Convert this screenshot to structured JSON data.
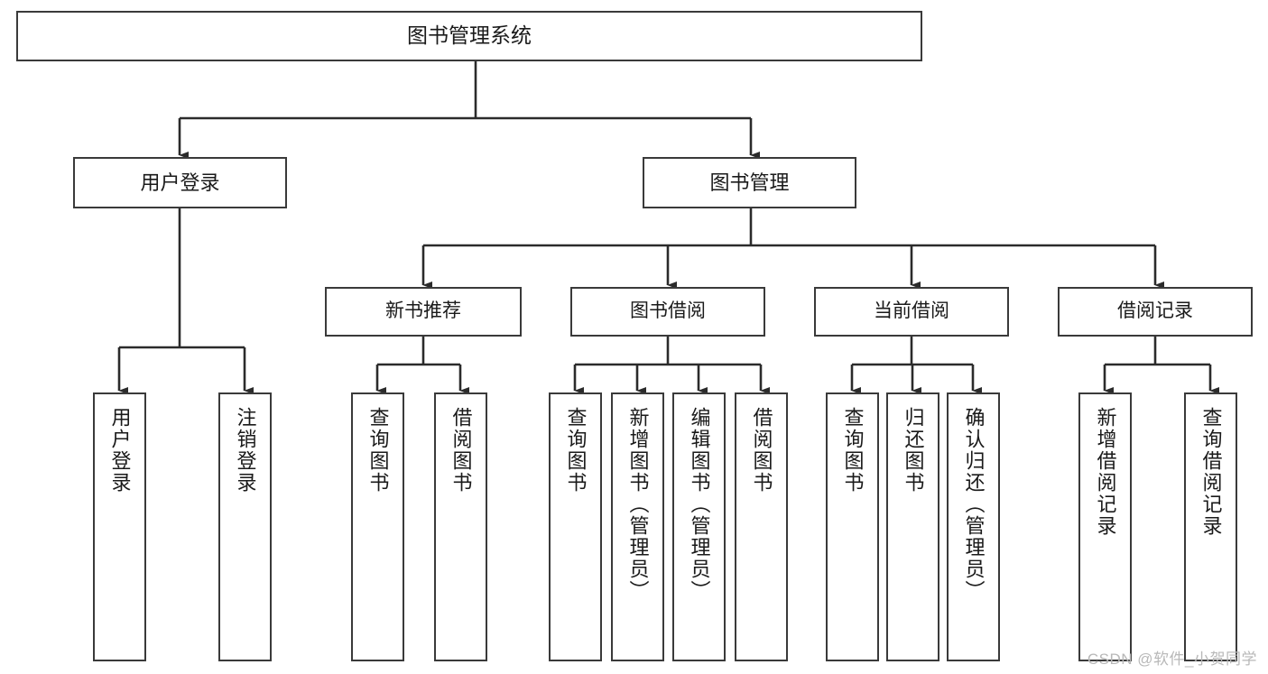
{
  "diagram": {
    "title": "图书管理系统",
    "type": "tree-hierarchy-chart",
    "watermark": "CSDN @软件_小贺同学",
    "colors": {
      "box_border": "#3a3a3a",
      "box_fill": "#ffffff",
      "edge": "#2b2b2b",
      "text": "#1a1a1a",
      "watermark": "#b8b8b8",
      "background": "#ffffff"
    }
  },
  "nodes": {
    "root": {
      "label": "图书管理系统"
    },
    "level1": [
      {
        "label": "用户登录"
      },
      {
        "label": "图书管理"
      }
    ],
    "level2": [
      {
        "label": "新书推荐"
      },
      {
        "label": "图书借阅"
      },
      {
        "label": "当前借阅"
      },
      {
        "label": "借阅记录"
      }
    ],
    "leaves": [
      {
        "label": "用户登录"
      },
      {
        "label": "注销登录"
      },
      {
        "label": "查询图书"
      },
      {
        "label": "借阅图书"
      },
      {
        "label": "查询图书"
      },
      {
        "label": "新增图书（管理员）"
      },
      {
        "label": "编辑图书（管理员）"
      },
      {
        "label": "借阅图书"
      },
      {
        "label": "查询图书"
      },
      {
        "label": "归还图书"
      },
      {
        "label": "确认归还（管理员）"
      },
      {
        "label": "新增借阅记录"
      },
      {
        "label": "查询借阅记录"
      }
    ]
  },
  "tree": {
    "label": "图书管理系统",
    "children": [
      {
        "label": "用户登录",
        "children": [
          {
            "label": "用户登录"
          },
          {
            "label": "注销登录"
          }
        ]
      },
      {
        "label": "图书管理",
        "children": [
          {
            "label": "新书推荐",
            "children": [
              {
                "label": "查询图书"
              },
              {
                "label": "借阅图书"
              }
            ]
          },
          {
            "label": "图书借阅",
            "children": [
              {
                "label": "查询图书"
              },
              {
                "label": "新增图书（管理员）"
              },
              {
                "label": "编辑图书（管理员）"
              },
              {
                "label": "借阅图书"
              }
            ]
          },
          {
            "label": "当前借阅",
            "children": [
              {
                "label": "查询图书"
              },
              {
                "label": "归还图书"
              },
              {
                "label": "确认归还（管理员）"
              }
            ]
          },
          {
            "label": "借阅记录",
            "children": [
              {
                "label": "新增借阅记录"
              },
              {
                "label": "查询借阅记录"
              }
            ]
          }
        ]
      }
    ]
  }
}
